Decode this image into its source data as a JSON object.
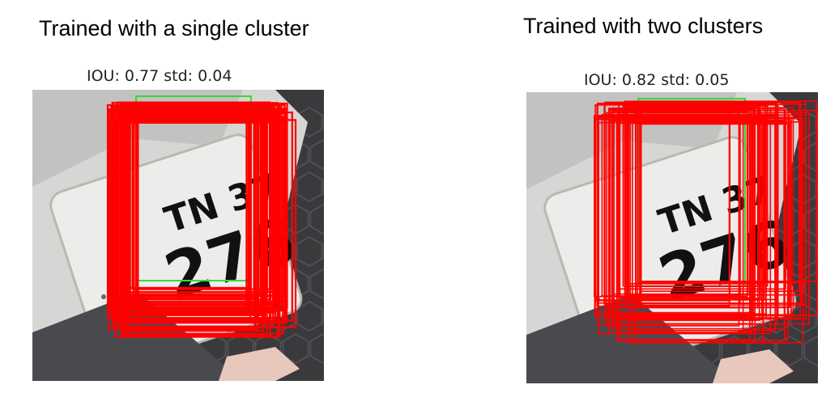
{
  "panels": [
    {
      "title": "Trained with a single cluster",
      "metric_text": "IOU: 0.77 std: 0.04"
    },
    {
      "title": "Trained with two clusters",
      "metric_text": "IOU: 0.82 std: 0.05"
    }
  ],
  "plate_text_top": "TN 37",
  "plate_text_bottom": "276",
  "colors": {
    "prediction_box": "#ff0000",
    "ground_truth_box": "#33dd33",
    "plate": "#ececea",
    "bumper": "#d6d6d4",
    "pavement": "#3a3a3d"
  }
}
